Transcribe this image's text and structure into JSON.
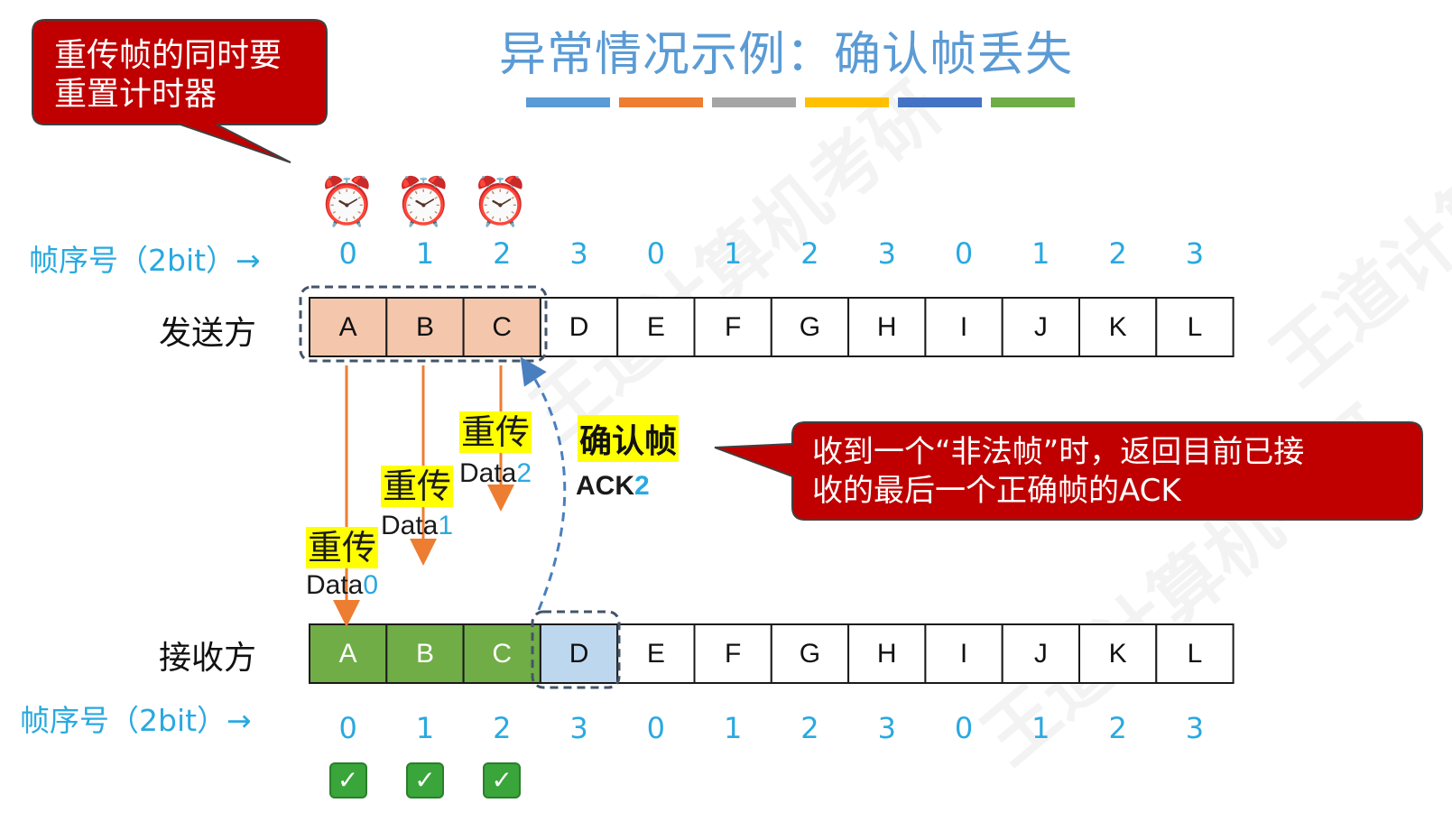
{
  "title": "异常情况示例：确认帧丢失",
  "title_underline_colors": [
    "#5b9bd5",
    "#ed7d31",
    "#a5a5a5",
    "#ffc000",
    "#4472c4",
    "#70ad47"
  ],
  "callout_top": {
    "line1": "重传帧的同时要",
    "line2": "重置计时器"
  },
  "callout_right": {
    "line1": "收到一个“非法帧”时，返回目前已接",
    "line2": "收的最后一个正确帧的ACK"
  },
  "seq_label": "帧序号（2bit）→",
  "seq_numbers": [
    "0",
    "1",
    "2",
    "3",
    "0",
    "1",
    "2",
    "3",
    "0",
    "1",
    "2",
    "3"
  ],
  "sender_label": "发送方",
  "receiver_label": "接收方",
  "frames": [
    "A",
    "B",
    "C",
    "D",
    "E",
    "F",
    "G",
    "H",
    "I",
    "J",
    "K",
    "L"
  ],
  "sender_window_count": 3,
  "receiver_received_count": 3,
  "receiver_window_index": 3,
  "retransmit_label": "重传",
  "data_frames": [
    {
      "name": "Data",
      "num": "0"
    },
    {
      "name": "Data",
      "num": "1"
    },
    {
      "name": "Data",
      "num": "2"
    }
  ],
  "ack_title": "确认帧",
  "ack_label": {
    "name": "ACK",
    "num": "2"
  },
  "timer_icon": "alarm-clock-icon",
  "check_icon": "check-mark-icon",
  "colors": {
    "accent": "#29a9e1",
    "callout": "#c00000",
    "sender_window": "#f4c7ad",
    "receiver_received": "#70ad47",
    "receiver_window": "#bdd7ee",
    "arrow": "#ed7d31",
    "ack_arrow": "#4a7fbf",
    "highlight": "#ffff00"
  }
}
